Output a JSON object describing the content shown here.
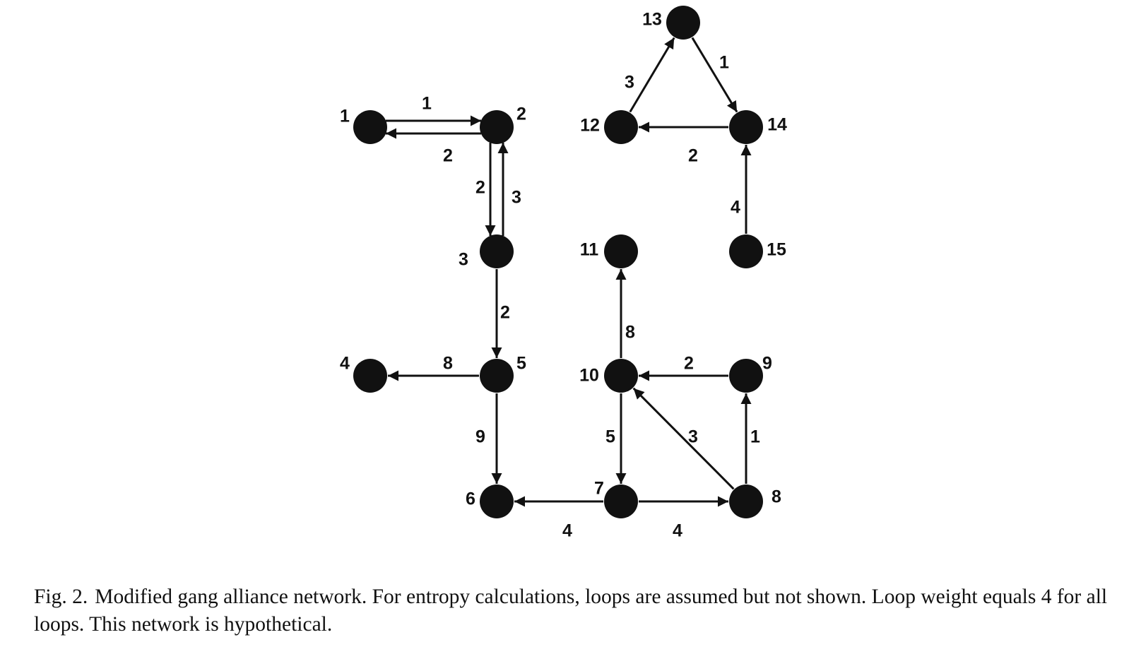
{
  "nodes": [
    {
      "id": "1",
      "label": "1"
    },
    {
      "id": "2",
      "label": "2"
    },
    {
      "id": "3",
      "label": "3"
    },
    {
      "id": "4",
      "label": "4"
    },
    {
      "id": "5",
      "label": "5"
    },
    {
      "id": "6",
      "label": "6"
    },
    {
      "id": "7",
      "label": "7"
    },
    {
      "id": "8",
      "label": "8"
    },
    {
      "id": "9",
      "label": "9"
    },
    {
      "id": "10",
      "label": "10"
    },
    {
      "id": "11",
      "label": "11"
    },
    {
      "id": "12",
      "label": "12"
    },
    {
      "id": "13",
      "label": "13"
    },
    {
      "id": "14",
      "label": "14"
    },
    {
      "id": "15",
      "label": "15"
    }
  ],
  "edges": [
    {
      "from": "1",
      "to": "2",
      "weight": "1"
    },
    {
      "from": "2",
      "to": "1",
      "weight": "2"
    },
    {
      "from": "2",
      "to": "3",
      "weight": "2"
    },
    {
      "from": "3",
      "to": "2",
      "weight": "3"
    },
    {
      "from": "3",
      "to": "5",
      "weight": "2"
    },
    {
      "from": "5",
      "to": "4",
      "weight": "8"
    },
    {
      "from": "5",
      "to": "6",
      "weight": "9"
    },
    {
      "from": "7",
      "to": "6",
      "weight": "4"
    },
    {
      "from": "7",
      "to": "8",
      "weight": "4"
    },
    {
      "from": "8",
      "to": "10",
      "weight": "3"
    },
    {
      "from": "8",
      "to": "9",
      "weight": "1"
    },
    {
      "from": "9",
      "to": "10",
      "weight": "2"
    },
    {
      "from": "10",
      "to": "7",
      "weight": "5"
    },
    {
      "from": "10",
      "to": "11",
      "weight": "8"
    },
    {
      "from": "12",
      "to": "13",
      "weight": "3"
    },
    {
      "from": "13",
      "to": "14",
      "weight": "1"
    },
    {
      "from": "14",
      "to": "12",
      "weight": "2"
    },
    {
      "from": "15",
      "to": "14",
      "weight": "4"
    }
  ],
  "caption": {
    "fig_label": "Fig. 2.",
    "text": "Modified gang alliance network. For entropy calculations, loops are assumed but not shown. Loop weight equals 4 for all loops. This network is hypothetical."
  }
}
